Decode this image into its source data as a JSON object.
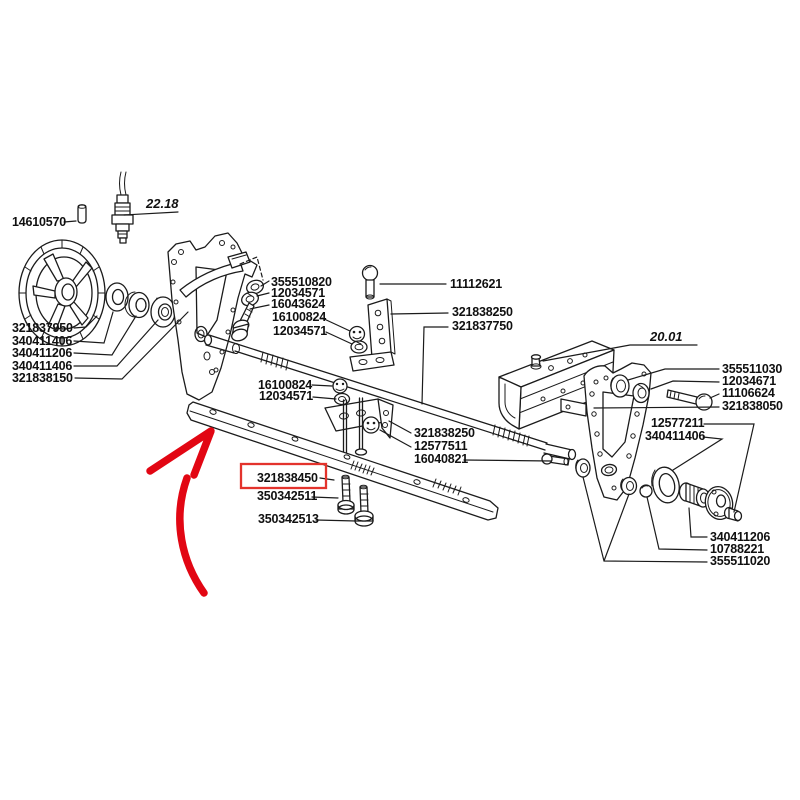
{
  "diagram": {
    "type": "exploded-parts-diagram",
    "background": "#ffffff",
    "line_color": "#1b1b1b",
    "highlight_box_color": "#e3332c",
    "arrow_color": "#e20613",
    "highlighted_part": "321838450",
    "figure_refs": [
      "22.18",
      "20.01"
    ],
    "labels": [
      {
        "name": "part-label-14610570",
        "text": "14610570"
      },
      {
        "name": "figure-ref-22-18",
        "text": "22.18"
      },
      {
        "name": "part-label-321837950",
        "text": "321837950"
      },
      {
        "name": "part-label-340411406-a",
        "text": "340411406"
      },
      {
        "name": "part-label-340411206-a",
        "text": "340411206"
      },
      {
        "name": "part-label-340411406-b",
        "text": "340411406"
      },
      {
        "name": "part-label-321838150",
        "text": "321838150"
      },
      {
        "name": "part-label-355510820",
        "text": "355510820"
      },
      {
        "name": "part-label-12034571-a",
        "text": "12034571"
      },
      {
        "name": "part-label-16043624",
        "text": "16043624"
      },
      {
        "name": "part-label-16100824-a",
        "text": "16100824"
      },
      {
        "name": "part-label-12034571-b",
        "text": "12034571"
      },
      {
        "name": "part-label-11112621",
        "text": "11112621"
      },
      {
        "name": "part-label-321838250-a",
        "text": "321838250"
      },
      {
        "name": "part-label-321837750",
        "text": "321837750"
      },
      {
        "name": "part-label-16100824-b",
        "text": "16100824"
      },
      {
        "name": "part-label-12034571-c",
        "text": "12034571"
      },
      {
        "name": "part-label-321838250-b",
        "text": "321838250"
      },
      {
        "name": "part-label-12577511",
        "text": "12577511"
      },
      {
        "name": "part-label-16040821",
        "text": "16040821"
      },
      {
        "name": "figure-ref-20-01",
        "text": "20.01"
      },
      {
        "name": "part-label-355511030",
        "text": "355511030"
      },
      {
        "name": "part-label-12034671",
        "text": "12034671"
      },
      {
        "name": "part-label-11106624",
        "text": "11106624"
      },
      {
        "name": "part-label-321838050",
        "text": "321838050"
      },
      {
        "name": "part-label-12577211",
        "text": "12577211"
      },
      {
        "name": "part-label-340411406-c",
        "text": "340411406"
      },
      {
        "name": "part-label-340411206-b",
        "text": "340411206"
      },
      {
        "name": "part-label-10788221",
        "text": "10788221"
      },
      {
        "name": "part-label-355511020",
        "text": "355511020"
      },
      {
        "name": "part-label-321838450",
        "text": "321838450"
      },
      {
        "name": "part-label-350342511",
        "text": "350342511"
      },
      {
        "name": "part-label-350342513",
        "text": "350342513"
      }
    ]
  }
}
